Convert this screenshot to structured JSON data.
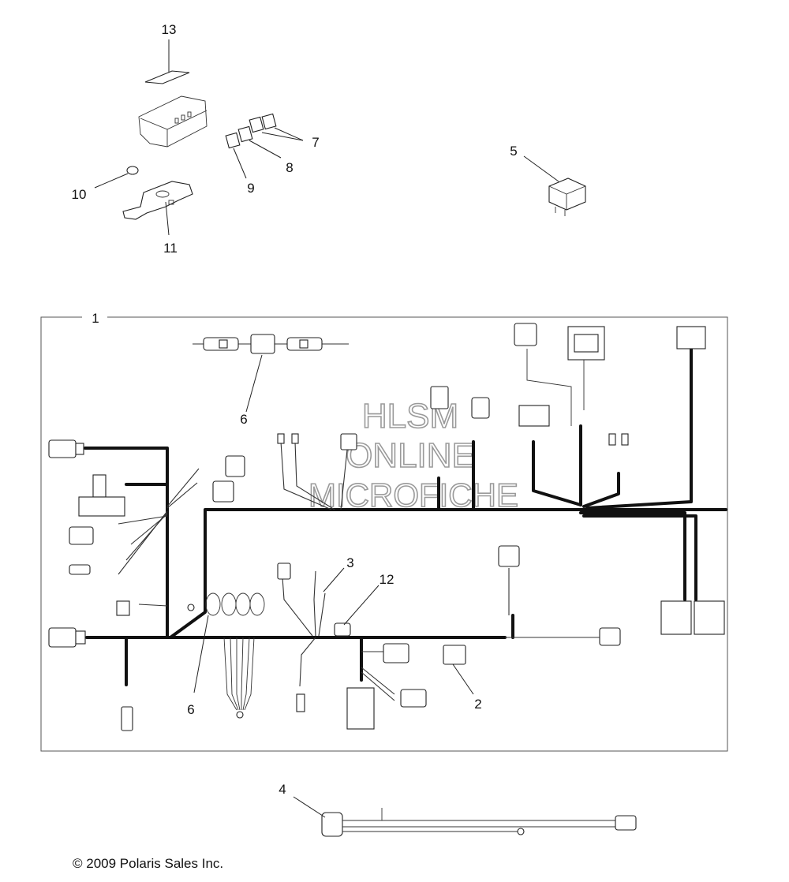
{
  "watermark": {
    "line1": "HLSM",
    "line2": "ONLINE",
    "line3": "MICROFICHE"
  },
  "callouts": {
    "c1": "1",
    "c2": "2",
    "c3": "3",
    "c4": "4",
    "c5": "5",
    "c6a": "6",
    "c6b": "6",
    "c7": "7",
    "c8": "8",
    "c9": "9",
    "c10": "10",
    "c11": "11",
    "c12": "12",
    "c13": "13"
  },
  "copyright": "© 2009 Polaris Sales Inc."
}
